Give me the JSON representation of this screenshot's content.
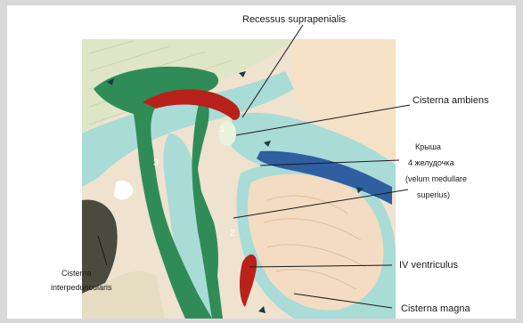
{
  "labels": {
    "recessus": "Recessus suprapenialis",
    "ambiens": "Cisterna ambiens",
    "roof_line1": "Крыша",
    "roof_line2": "4 желудочка",
    "roof_line3": "(velum medullare",
    "roof_line4": "superius)",
    "ventriculus": "IV ventriculus",
    "interped_line1": "Cisterna",
    "interped_line2": "interpeduncularis",
    "magna": "Cisterna magna"
  },
  "markers": {
    "one": "1",
    "two": "2",
    "three": "3"
  },
  "colors": {
    "background": "#d9d9d9",
    "frame": "#ffffff",
    "csf_light": "#a9dbd7",
    "ventricle_green": "#2f8c57",
    "choroid_red": "#b8221a",
    "cerebellum": "#f3dcc1",
    "cortex": "#f5e1c6",
    "fourth_roof_blue": "#2f5fa1",
    "bone_dark": "#4a4a3e",
    "leader_line": "#1a1a1a"
  }
}
